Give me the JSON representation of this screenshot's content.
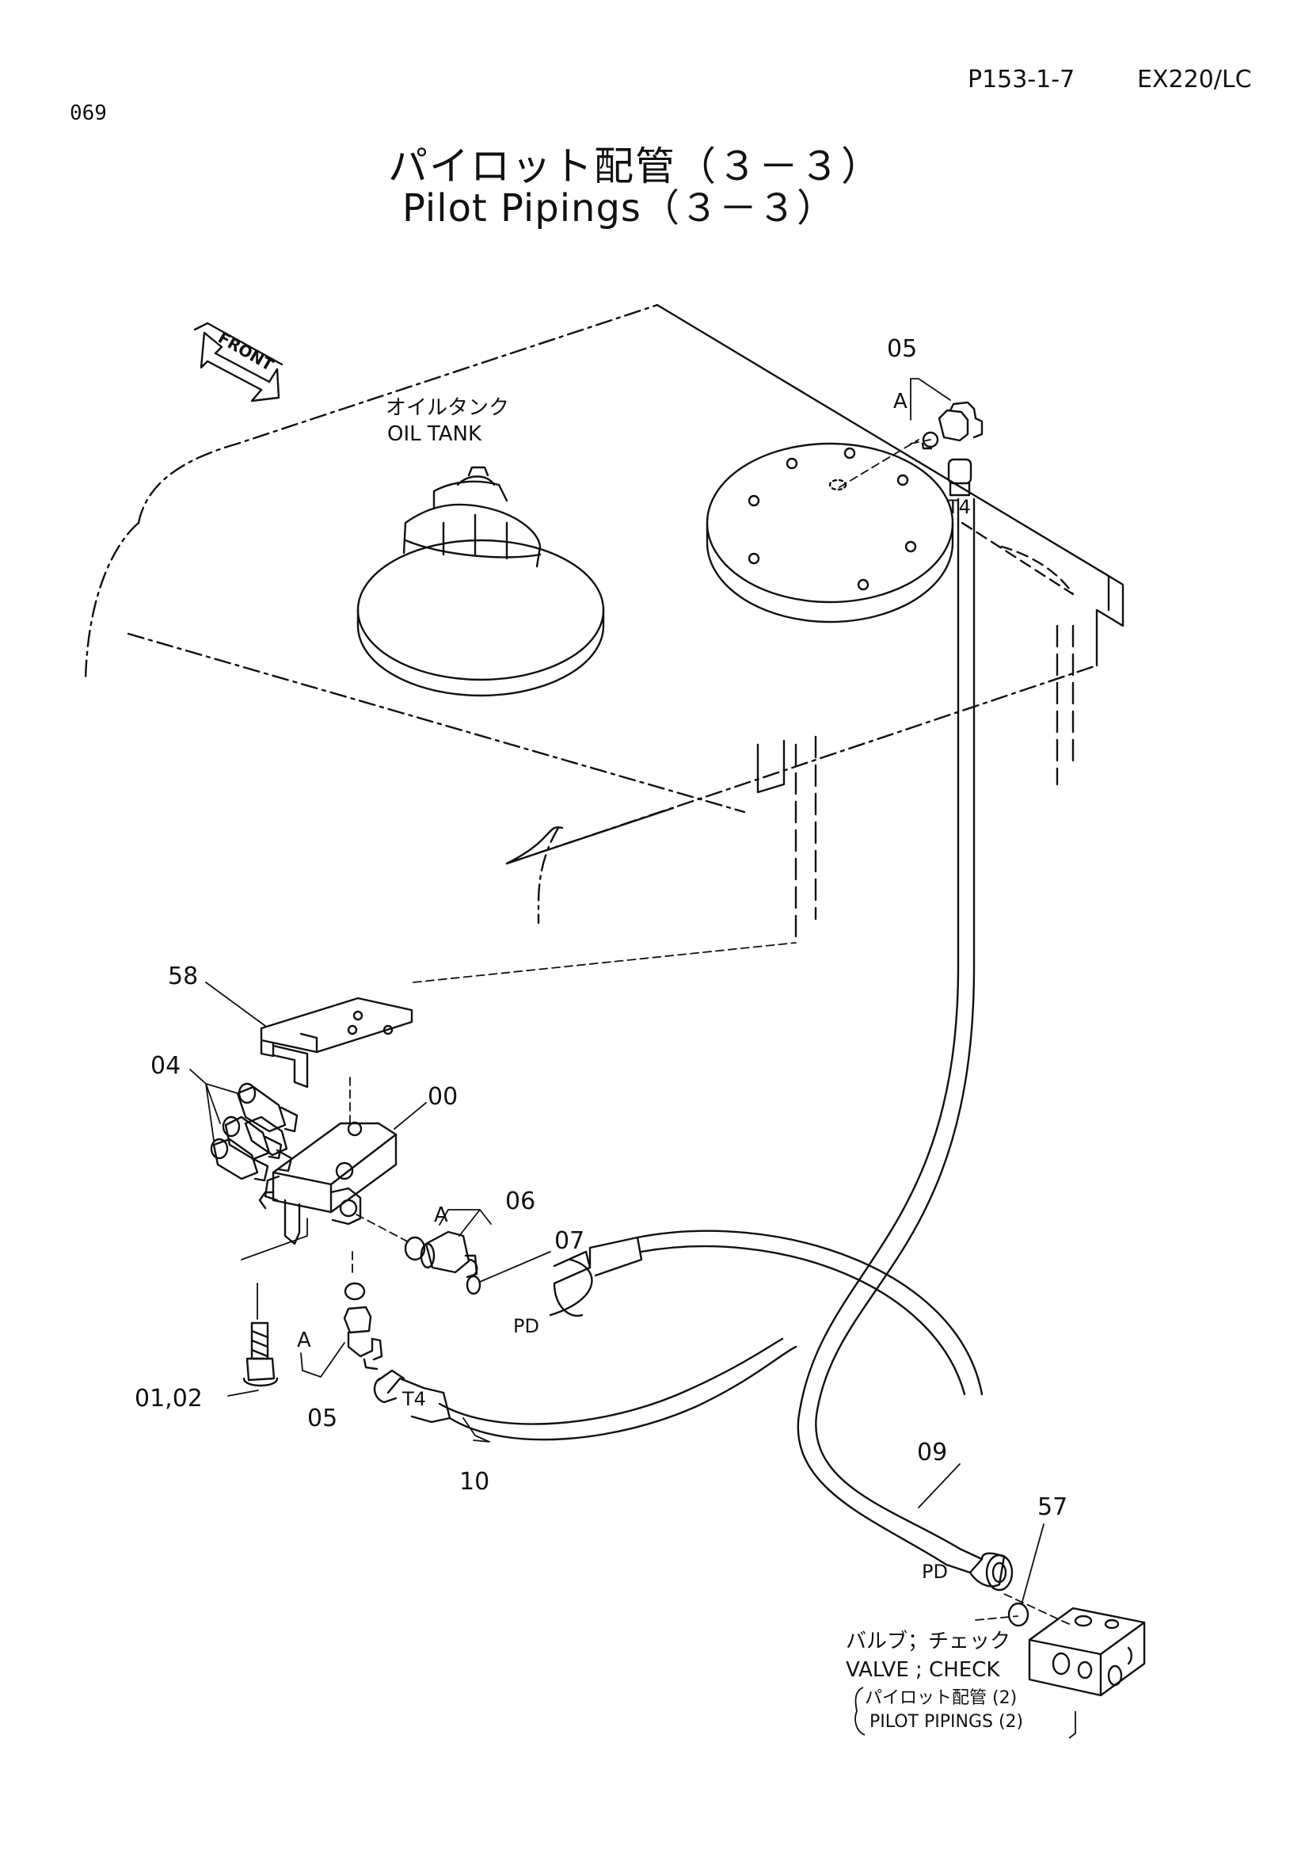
{
  "header": {
    "page_number": "069",
    "page_code": "P153-1-7",
    "model": "EX220/LC",
    "title_jp": "パイロット配管（３－３）",
    "title_en": "Pilot Pipings（３－３）"
  },
  "labels": {
    "front": "FRONT",
    "oil_tank_jp": "オイルタンク",
    "oil_tank_en": "OIL TANK",
    "valve_check_jp": "バルブ；チェック",
    "valve_check_en": "VALVE ; CHECK",
    "pilot_pipings_jp": "パイロット配管 (2)",
    "pilot_pipings_en": "PILOT PIPINGS (2)",
    "port_t4": "T4",
    "port_pd": "PD",
    "port_a": "A"
  },
  "part_callouts": {
    "p00": "00",
    "p01_02": "01,02",
    "p04": "04",
    "p05": "05",
    "p06": "06",
    "p07": "07",
    "p09": "09",
    "p10": "10",
    "p57": "57",
    "p58": "58"
  }
}
